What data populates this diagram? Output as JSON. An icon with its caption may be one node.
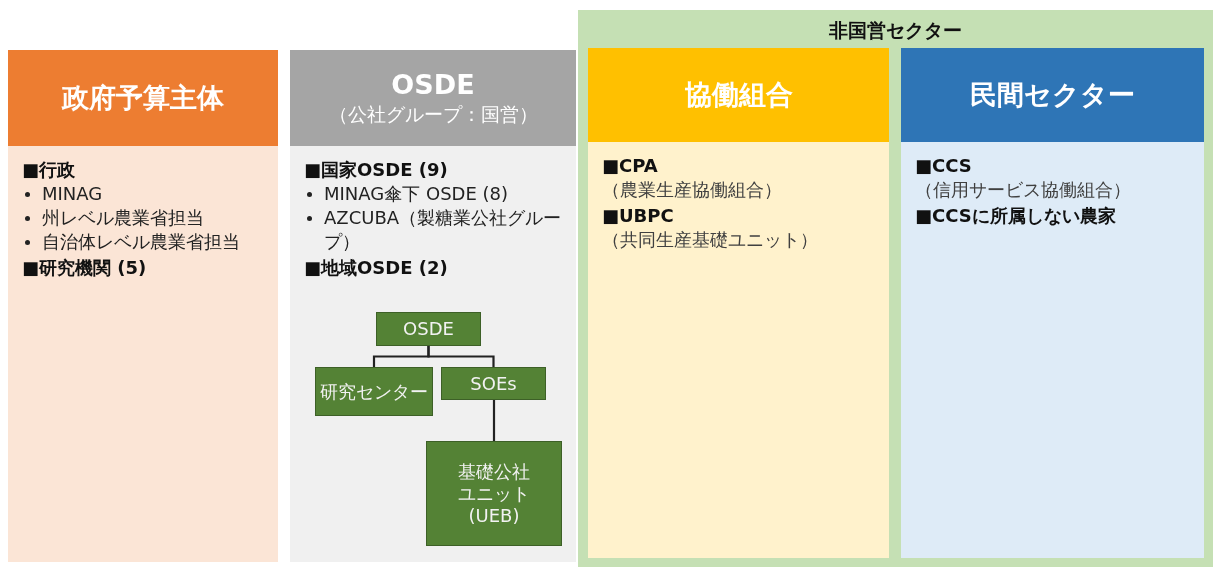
{
  "diagram": {
    "nodes": [
      {
        "text": [
          "政府予算主体",
          "■行政",
          "MINAG",
          "州レベル農業省担当",
          "自治体レベル農業省担当",
          "■研究機関 (5)"
        ]
      },
      {
        "text": [
          "OSDE",
          "（公社グループ：国営）",
          "■国家OSDE (9)",
          "MINAG傘下 OSDE (8)",
          "AZCUBA（製糖業公社グループ）",
          "■地域OSDE (2)"
        ]
      },
      {
        "text": [
          "OSDE"
        ],
        "in": 1
      },
      {
        "text": [
          "研究センター"
        ],
        "in": 1
      },
      {
        "text": [
          "SOEs"
        ],
        "in": 1
      },
      {
        "text": [
          "基礎公社ユニット (UEB)"
        ],
        "in": 1
      },
      {
        "text": [
          "非国営セクター"
        ]
      },
      {
        "text": [
          "協働組合",
          "■CPA",
          "（農業生産協働組合）",
          "■UBPC",
          "（共同生産基礎ユニット）"
        ],
        "in": 6
      },
      {
        "text": [
          "民間セクター",
          "■CCS",
          "（信用サービス協働組合）",
          "■CCSに所属しない農家"
        ],
        "in": 6
      }
    ],
    "edges": [
      {
        "from": 2,
        "to": 3,
        "arrow": "none"
      },
      {
        "from": 2,
        "to": 4,
        "arrow": "none"
      },
      {
        "from": 4,
        "to": 5,
        "arrow": "none"
      }
    ]
  }
}
